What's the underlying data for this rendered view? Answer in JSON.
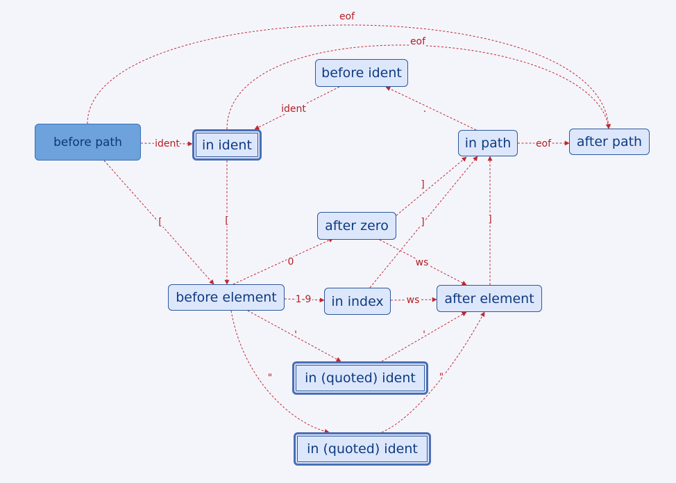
{
  "colors": {
    "background": "#f4f5fb",
    "node_fill": "#dde7fb",
    "start_node_fill": "#6ea2dc",
    "edge": "#c0272d",
    "node_text": "#0f3a80"
  },
  "nodes": [
    {
      "id": "before-path",
      "label": "before path",
      "kind": "start"
    },
    {
      "id": "in-ident",
      "label": "in ident",
      "kind": "accept"
    },
    {
      "id": "before-ident",
      "label": "before ident",
      "kind": "normal"
    },
    {
      "id": "in-path",
      "label": "in path",
      "kind": "normal"
    },
    {
      "id": "after-path",
      "label": "after path",
      "kind": "normal"
    },
    {
      "id": "after-zero",
      "label": "after zero",
      "kind": "normal"
    },
    {
      "id": "before-element",
      "label": "before element",
      "kind": "normal"
    },
    {
      "id": "in-index",
      "label": "in index",
      "kind": "normal"
    },
    {
      "id": "after-element",
      "label": "after element",
      "kind": "normal"
    },
    {
      "id": "in-quoted-ident-single",
      "label": "in (quoted) ident",
      "kind": "accept"
    },
    {
      "id": "in-quoted-ident-double",
      "label": "in (quoted) ident",
      "kind": "accept"
    }
  ],
  "edges": [
    {
      "id": "e1",
      "from": "before-path",
      "to": "after-path",
      "label": "eof"
    },
    {
      "id": "e2",
      "from": "in-ident",
      "to": "after-path",
      "label": "eof"
    },
    {
      "id": "e3",
      "from": "before-path",
      "to": "in-ident",
      "label": "ident"
    },
    {
      "id": "e4",
      "from": "before-ident",
      "to": "in-ident",
      "label": "ident"
    },
    {
      "id": "e5",
      "from": "in-path",
      "to": "before-ident",
      "label": "."
    },
    {
      "id": "e6",
      "from": "in-path",
      "to": "after-path",
      "label": "eof"
    },
    {
      "id": "e7",
      "from": "before-path",
      "to": "before-element",
      "label": "["
    },
    {
      "id": "e8",
      "from": "in-ident",
      "to": "before-element",
      "label": "["
    },
    {
      "id": "e9",
      "from": "before-element",
      "to": "after-zero",
      "label": "0"
    },
    {
      "id": "e10",
      "from": "after-zero",
      "to": "in-path",
      "label": "]"
    },
    {
      "id": "e11",
      "from": "after-zero",
      "to": "after-element",
      "label": "ws"
    },
    {
      "id": "e12",
      "from": "in-index",
      "to": "in-path",
      "label": "]"
    },
    {
      "id": "e13",
      "from": "after-element",
      "to": "in-path",
      "label": "]"
    },
    {
      "id": "e14",
      "from": "before-element",
      "to": "in-index",
      "label": "1-9"
    },
    {
      "id": "e15",
      "from": "in-index",
      "to": "after-element",
      "label": "ws"
    },
    {
      "id": "e16",
      "from": "before-element",
      "to": "in-quoted-ident-single",
      "label": "'"
    },
    {
      "id": "e17",
      "from": "in-quoted-ident-single",
      "to": "after-element",
      "label": "'"
    },
    {
      "id": "e18",
      "from": "before-element",
      "to": "in-quoted-ident-double",
      "label": "\""
    },
    {
      "id": "e19",
      "from": "in-quoted-ident-double",
      "to": "after-element",
      "label": "\""
    }
  ]
}
